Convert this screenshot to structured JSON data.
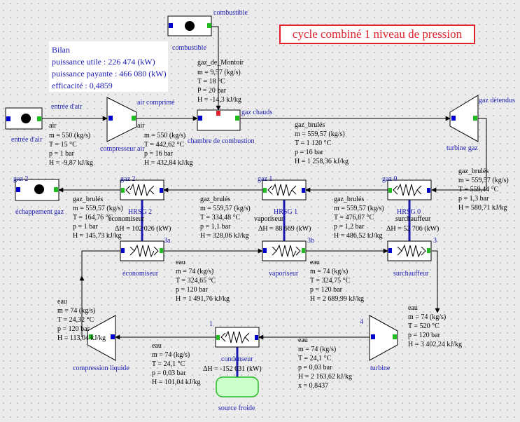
{
  "title": "cycle combiné 1 niveau de pression",
  "bilan": {
    "heading": "Bilan",
    "line1": "puissance  utile : 226 474 (kW)",
    "line2": "puissance payante : 466 080 (kW)",
    "line3": "efficacité : 0,4859"
  },
  "components": {
    "combustible_top": "combustible",
    "combustible": "combustible",
    "entree_air_top": "entrée d'air",
    "entree_air": "entrée d'air",
    "compresseur_air": "compresseur air",
    "air_comprime": "air comprimé",
    "air": "air",
    "air2": "air",
    "chambre": "chambre de combustion",
    "gaz_chauds": "gaz chauds",
    "gaz_detendus": "gaz détendus",
    "turbine_gaz": "turbine gaz",
    "gaz2": "gaz 2",
    "gaz2b": "gaz 2",
    "gaz1": "gaz 1",
    "gaz0": "gaz 0",
    "echappement": "échappement gaz",
    "hrsg2": "HRSG 2",
    "hrsg1": "HRSG 1",
    "hrsg0": "HRSG 0",
    "economiseur_top": "économiseur",
    "vaporiseur_top": "vaporiseur",
    "surchauffeur_top": "surchauffeur",
    "economiseur": "économiseur",
    "vaporiseur": "vaporiseur",
    "surchauffeur": "surchauffeur",
    "n3a": "3a",
    "n3b": "3b",
    "n3": "3",
    "n1": "1",
    "n4": "4",
    "condenseur": "condenseur",
    "turbine": "turbine",
    "compression_liquide": "compression liquide",
    "source_froide": "source froide",
    "gaz_de_montoir": "gaz_de_Montoir"
  },
  "states": {
    "montoir": [
      "m = 9,57 (kg/s)",
      "T = 18 °C",
      "P = 20 bar",
      "H = -14,3 kJ/kg"
    ],
    "air_in": [
      "m = 550 (kg/s)",
      "T = 15 °C",
      "p = 1 bar",
      "H = -9,87 kJ/kg"
    ],
    "air_comp": [
      "m = 550 (kg/s)",
      "T = 442,62 °C",
      "p = 16 bar",
      "H = 432,84 kJ/kg"
    ],
    "gaz_chauds_label": "gaz_brulés",
    "gaz_chauds": [
      "m = 559,57 (kg/s)",
      "T = 1 120 °C",
      "p = 16 bar",
      "H = 1 258,36 kJ/kg"
    ],
    "gaz_det_label": "gaz_brulés",
    "gaz_det": [
      "m = 559,57 (kg/s)",
      "T = 559,44 °C",
      "p = 1,3 bar",
      "H = 580,71 kJ/kg"
    ],
    "gaz0_label": "gaz_brulés",
    "gaz0": [
      "m = 559,57 (kg/s)",
      "T = 476,87 °C",
      "p = 1,2 bar",
      "H = 486,52 kJ/kg"
    ],
    "gaz1_label": "gaz_brulés",
    "gaz1": [
      "m = 559,57 (kg/s)",
      "T = 334,48 °C",
      "p = 1,1 bar",
      "H = 328,06 kJ/kg"
    ],
    "gaz2_label": "gaz_brulés",
    "gaz2": [
      "m = 559,57 (kg/s)",
      "T = 164,76 °C",
      "p = 1 bar",
      "H = 145,73 kJ/kg"
    ],
    "dh_hrsg2": "ΔH = 102 026 (kW)",
    "dh_hrsg1": "ΔH = 88 669 (kW)",
    "dh_hrsg0": "ΔH = 52 706 (kW)",
    "eau_3a_label": "eau",
    "eau_3a": [
      "m = 74 (kg/s)",
      "T = 324,65 °C",
      "p = 120 bar",
      "H = 1 491,76 kJ/kg"
    ],
    "eau_3b_label": "eau",
    "eau_3b": [
      "m = 74 (kg/s)",
      "T = 324,75 °C",
      "p = 120 bar",
      "H = 2 689,99 kJ/kg"
    ],
    "eau_3_label": "eau",
    "eau_3": [
      "m = 74 (kg/s)",
      "T = 520 °C",
      "p = 120 bar",
      "H = 3 402,24 kJ/kg"
    ],
    "eau_4_label": "eau",
    "eau_4": [
      "m = 74 (kg/s)",
      "T = 24,1 °C",
      "p = 0,03 bar",
      "H = 2 163,62 kJ/kg",
      "x = 0,8437"
    ],
    "eau_1_label": "eau",
    "eau_1": [
      "m = 74 (kg/s)",
      "T = 24,1 °C",
      "p = 0,03 bar",
      "H = 101,04 kJ/kg"
    ],
    "eau_2_label": "eau",
    "eau_2": [
      "m = 74 (kg/s)",
      "T = 24,32 °C",
      "p = 120 bar",
      "H = 113,04 kJ/kg"
    ],
    "dh_cond": "ΔH = -152 631 (kW)"
  },
  "colors": {
    "link": "#1a1ab0",
    "port_in": "#0000cc",
    "port_out": "#22bb22",
    "source_fill": "#ccffcc",
    "title": "#e0212a"
  }
}
